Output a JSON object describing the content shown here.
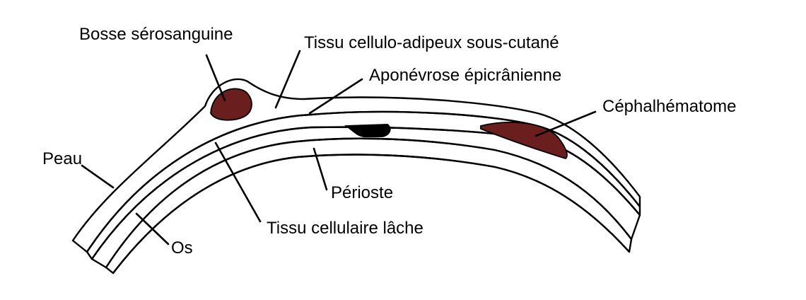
{
  "labels": {
    "bosse": "Bosse sérosanguine",
    "tissu_sous_cutane": "Tissu cellulo-adipeux sous-cutané",
    "aponevrose": "Aponévrose épicrânienne",
    "cephalhematome": "Céphalhématome",
    "peau": "Peau",
    "perioste": "Périoste",
    "tissu_lache": "Tissu cellulaire lâche",
    "os": "Os"
  },
  "colors": {
    "skin": "#F9C89B",
    "hematoma": "#6B1E1E",
    "periosteum": "#7F7F7F",
    "bone": "#CCCCCC",
    "loose_tissue": "#FFFFFF",
    "suture": "#000000",
    "outline": "#000000"
  }
}
